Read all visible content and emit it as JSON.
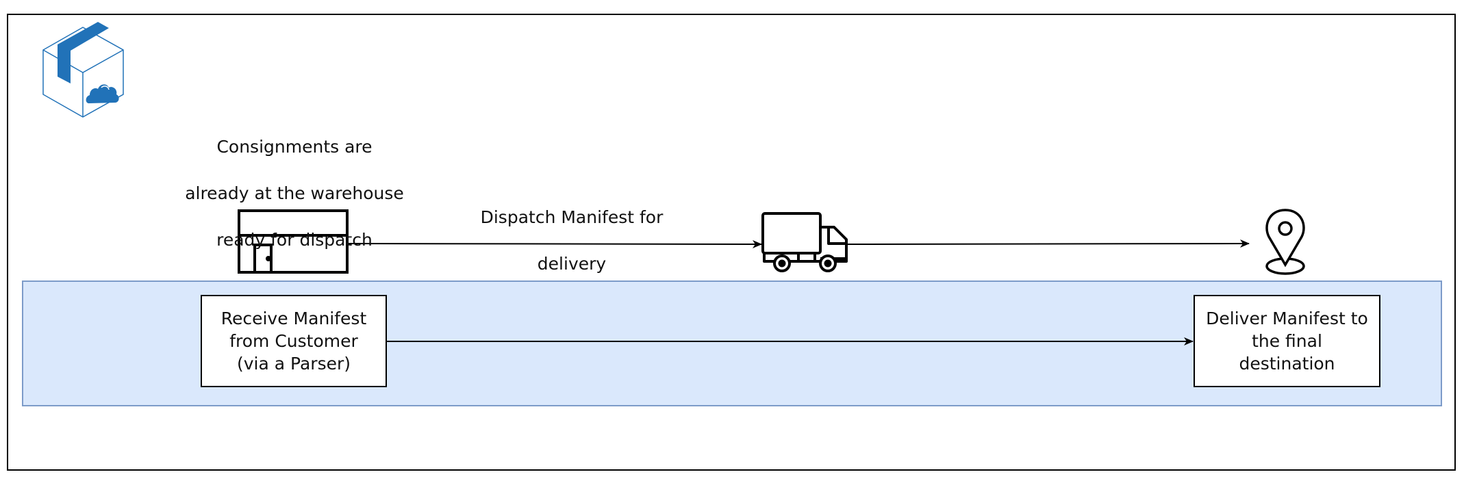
{
  "diagram": {
    "logo": {
      "icon": "cloud-package-icon",
      "color": "#2172b8"
    },
    "top_note": {
      "lines": [
        "Consignments are",
        "already at the warehouse",
        "ready for dispatch"
      ]
    },
    "dispatch_label": {
      "lines": [
        "Dispatch Manifest for",
        "delivery"
      ]
    },
    "icons": {
      "warehouse": "warehouse-icon",
      "truck": "truck-icon",
      "destination": "location-pin-icon"
    },
    "lane": {
      "fill": "#dae8fc",
      "stroke": "#7c9bc9"
    },
    "process_boxes": [
      {
        "id": "receive",
        "lines": [
          "Receive Manifest",
          "from Customer",
          "(via a Parser)"
        ]
      },
      {
        "id": "deliver",
        "lines": [
          "Deliver Manifest to",
          "the final",
          "destination"
        ]
      }
    ],
    "edges": [
      {
        "from": "warehouse",
        "to": "truck",
        "label": "Dispatch Manifest for delivery"
      },
      {
        "from": "truck",
        "to": "destination"
      },
      {
        "from": "receive",
        "to": "deliver"
      }
    ]
  }
}
